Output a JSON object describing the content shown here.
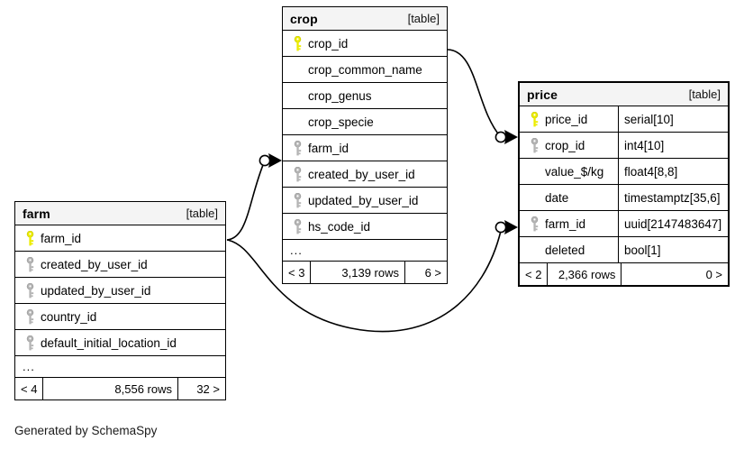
{
  "diagram": {
    "kind": "entity-relationship-diagram",
    "generator_credit": "Generated by SchemaSpy",
    "table_tag": "[table]",
    "ellipsis": "..."
  },
  "tables": {
    "crop": {
      "name": "crop",
      "tag": "[table]",
      "columns": [
        {
          "name": "crop_id",
          "key": "primary"
        },
        {
          "name": "crop_common_name",
          "key": "none"
        },
        {
          "name": "crop_genus",
          "key": "none"
        },
        {
          "name": "crop_specie",
          "key": "none"
        },
        {
          "name": "farm_id",
          "key": "foreign"
        },
        {
          "name": "created_by_user_id",
          "key": "foreign"
        },
        {
          "name": "updated_by_user_id",
          "key": "foreign"
        },
        {
          "name": "hs_code_id",
          "key": "foreign"
        }
      ],
      "more_indicator": "...",
      "footer": {
        "left": "< 3",
        "middle": "3,139 rows",
        "right": "6 >"
      }
    },
    "price": {
      "name": "price",
      "tag": "[table]",
      "columns": [
        {
          "name": "price_id",
          "type": "serial[10]",
          "key": "primary"
        },
        {
          "name": "crop_id",
          "type": "int4[10]",
          "key": "foreign"
        },
        {
          "name": "value_$/kg",
          "type": "float4[8,8]",
          "key": "none"
        },
        {
          "name": "date",
          "type": "timestamptz[35,6]",
          "key": "none"
        },
        {
          "name": "farm_id",
          "type": "uuid[2147483647]",
          "key": "foreign"
        },
        {
          "name": "deleted",
          "type": "bool[1]",
          "key": "none"
        }
      ],
      "footer": {
        "left": "< 2",
        "middle": "2,366 rows",
        "right": "0 >"
      }
    },
    "farm": {
      "name": "farm",
      "tag": "[table]",
      "columns": [
        {
          "name": "farm_id",
          "key": "primary"
        },
        {
          "name": "created_by_user_id",
          "key": "foreign"
        },
        {
          "name": "updated_by_user_id",
          "key": "foreign"
        },
        {
          "name": "country_id",
          "key": "foreign"
        },
        {
          "name": "default_initial_location_id",
          "key": "foreign"
        }
      ],
      "more_indicator": "...",
      "footer": {
        "left": "< 4",
        "middle": "8,556 rows",
        "right": "32 >"
      }
    }
  },
  "relationships": [
    {
      "from_table": "crop",
      "from_column": "crop_id",
      "to_table": "price",
      "to_column": "crop_id"
    },
    {
      "from_table": "farm",
      "from_column": "farm_id",
      "to_table": "crop",
      "to_column": "farm_id"
    },
    {
      "from_table": "farm",
      "from_column": "farm_id",
      "to_table": "price",
      "to_column": "farm_id"
    }
  ],
  "colors": {
    "primary_key": "#ecec00",
    "foreign_key": "#b4b4b4",
    "header_background": "#f4f4f4",
    "border": "#000000",
    "background": "#ffffff"
  }
}
